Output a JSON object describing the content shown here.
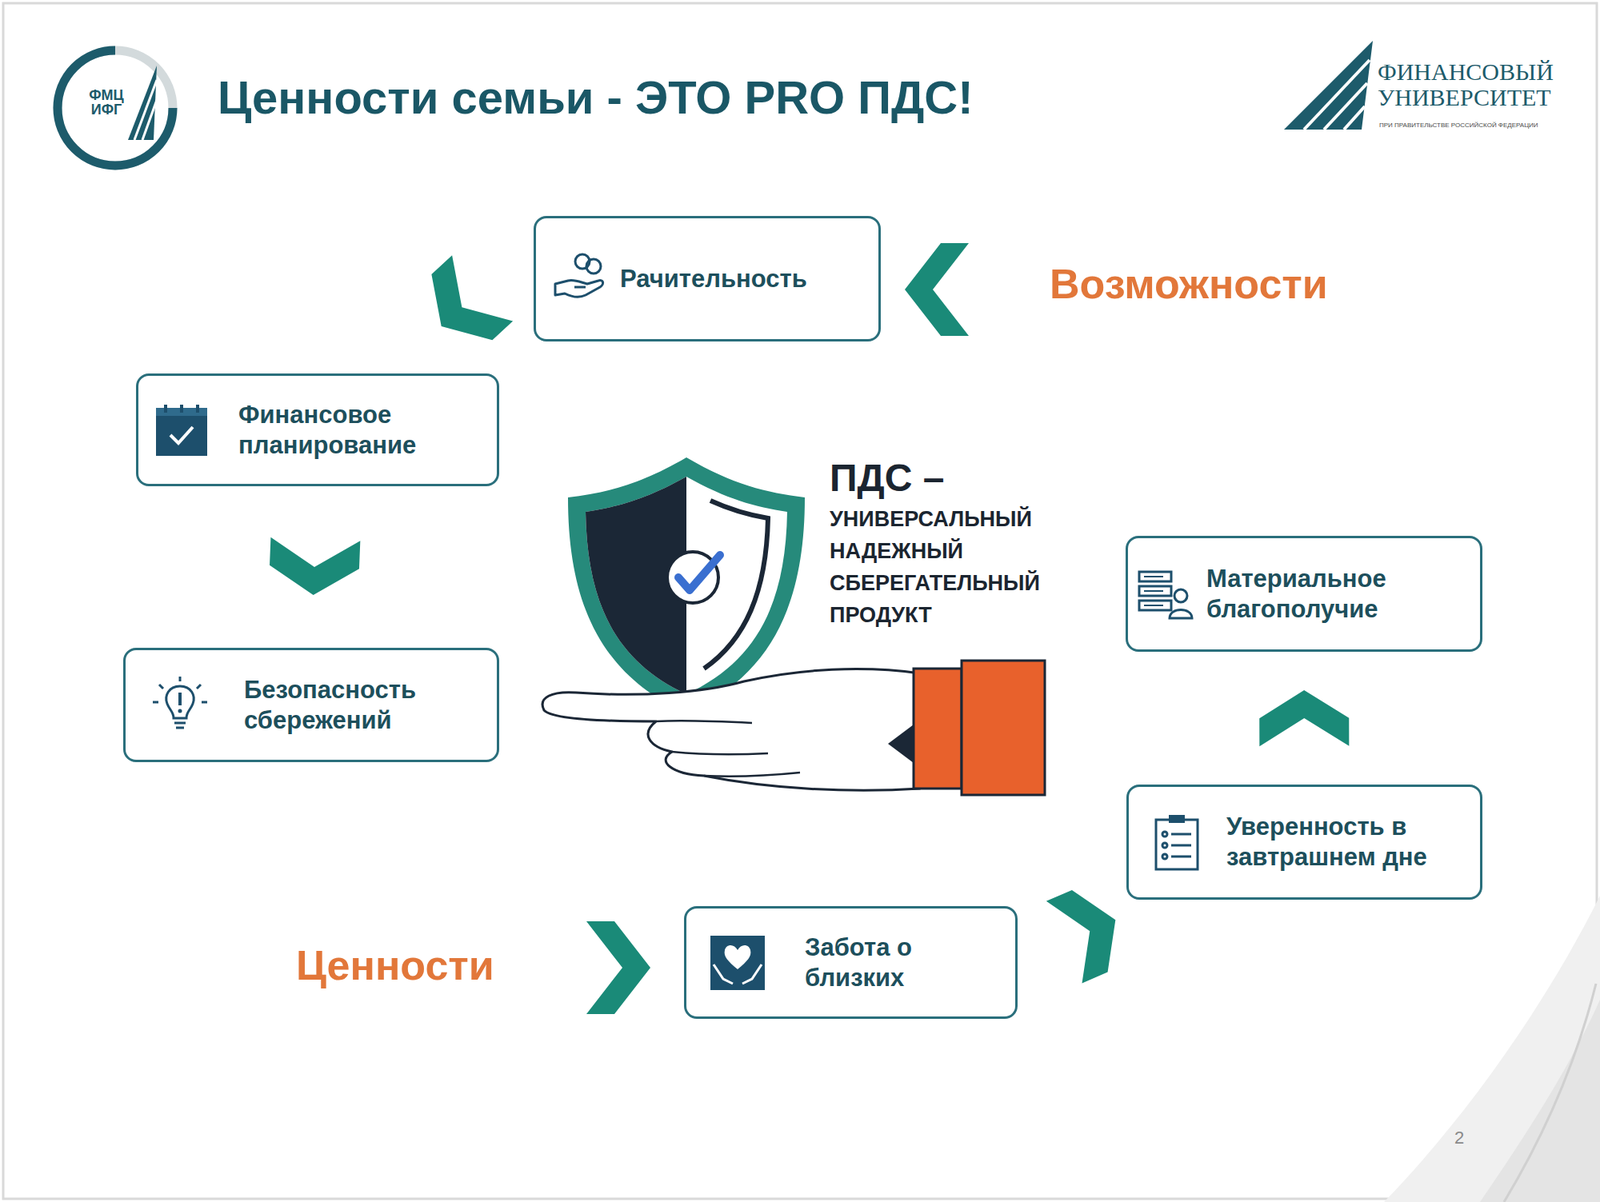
{
  "diagram": {
    "title": "Ценности семьи - ЭТО PRO ПДС!",
    "nodes": [
      {
        "text": [
          "Рачительность"
        ]
      },
      {
        "text": [
          "Финансовое планирование"
        ]
      },
      {
        "text": [
          "Безопасность сбережений"
        ]
      },
      {
        "text": [
          "Забота о близких"
        ]
      },
      {
        "text": [
          "Уверенность в завтрашнем дне"
        ]
      },
      {
        "text": [
          "Материальное благополучие"
        ]
      }
    ],
    "edges": [
      {
        "from": 0,
        "to": 1,
        "arrow": "to"
      },
      {
        "from": 1,
        "to": 2,
        "arrow": "to"
      },
      {
        "from": 3,
        "to": 4,
        "arrow": "to"
      },
      {
        "from": 4,
        "to": 5,
        "arrow": "to"
      }
    ],
    "labels": [
      "ФМЦ ИФГ",
      "ФИНАНСОВЫЙ УНИВЕРСИТЕТ",
      "ПРИ ПРАВИТЕЛЬСТВЕ РОССИЙСКОЙ ФЕДЕРАЦИИ",
      "Возможности",
      "ПДС –",
      "УНИВЕРСАЛЬНЫЙ НАДЕЖНЫЙ СБЕРЕГАТЕЛЬНЫЙ ПРОДУКТ",
      "Ценности",
      "2"
    ]
  }
}
